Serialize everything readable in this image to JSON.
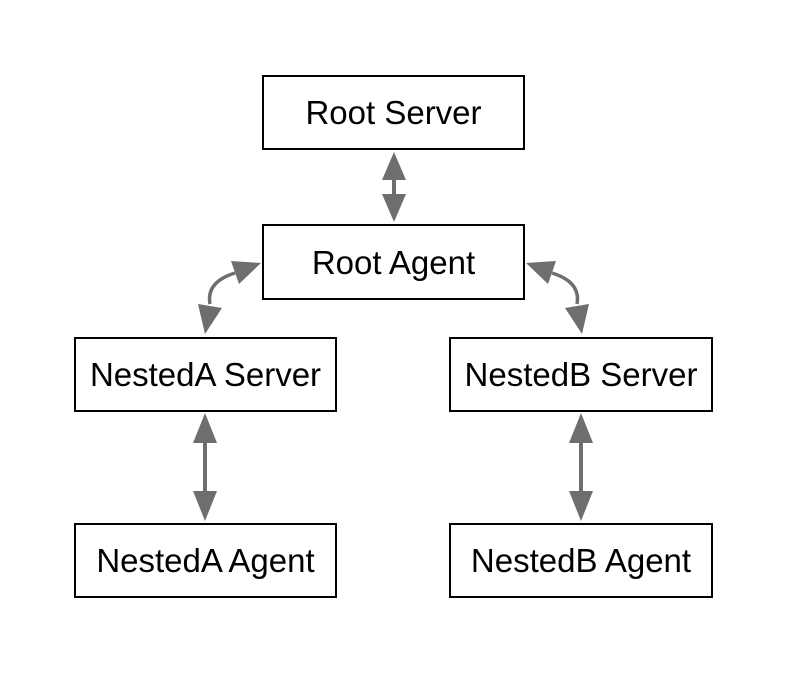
{
  "nodes": {
    "root_server": {
      "label": "Root Server"
    },
    "root_agent": {
      "label": "Root Agent"
    },
    "nesteda_server": {
      "label": "NestedA Server"
    },
    "nesteda_agent": {
      "label": "NestedA Agent"
    },
    "nestedb_server": {
      "label": "NestedB Server"
    },
    "nestedb_agent": {
      "label": "NestedB Agent"
    }
  },
  "edges": [
    {
      "from": "Root Server",
      "to": "Root Agent",
      "bidirectional": true,
      "style": "straight-vertical"
    },
    {
      "from": "Root Agent",
      "to": "NestedA Server",
      "bidirectional": true,
      "style": "curved"
    },
    {
      "from": "Root Agent",
      "to": "NestedB Server",
      "bidirectional": true,
      "style": "curved"
    },
    {
      "from": "NestedA Server",
      "to": "NestedA Agent",
      "bidirectional": true,
      "style": "straight-vertical"
    },
    {
      "from": "NestedB Server",
      "to": "NestedB Agent",
      "bidirectional": true,
      "style": "straight-vertical"
    }
  ],
  "colors": {
    "background": "#ffffff",
    "node_fill": "#ffffff",
    "node_border": "#000000",
    "node_text": "#000000",
    "arrow": "#6e6e6e"
  }
}
